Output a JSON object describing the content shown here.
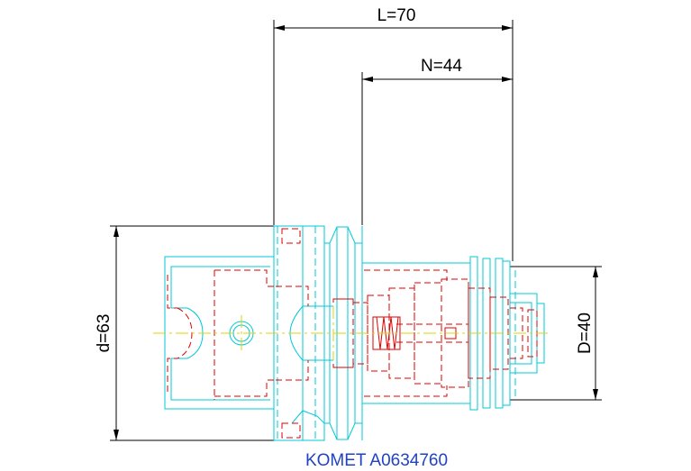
{
  "dimensions": {
    "length_total": "L=70",
    "length_n": "N=44",
    "flange_diameter": "d=63",
    "bore_diameter": "D=40"
  },
  "caption": "KOMET A0634760",
  "colors": {
    "outline": "#00c8d8",
    "hidden_detail": "#e00000",
    "centerline": "#e0d000",
    "dimension": "#000000",
    "caption": "#1f43c4"
  }
}
